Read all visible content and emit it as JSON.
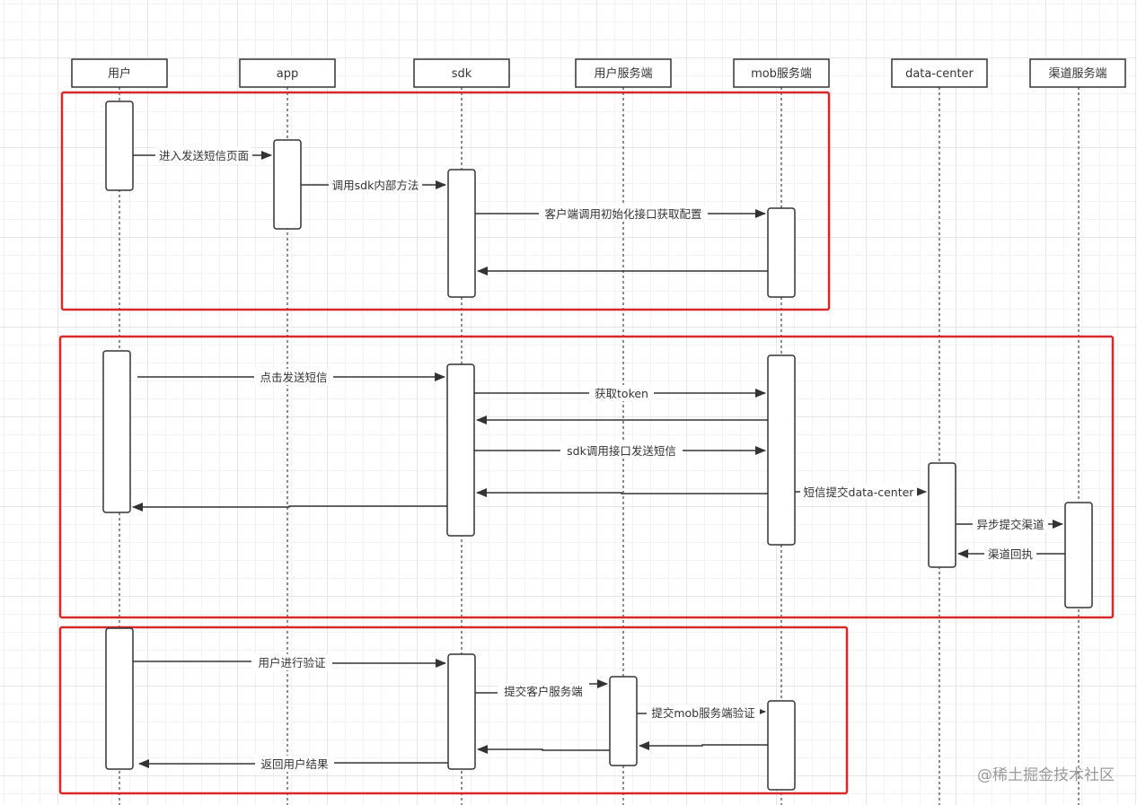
{
  "participants": [
    {
      "id": "user",
      "label": "用户"
    },
    {
      "id": "app",
      "label": "app"
    },
    {
      "id": "sdk",
      "label": "sdk"
    },
    {
      "id": "user-server",
      "label": "用户服务端"
    },
    {
      "id": "mob-server",
      "label": "mob服务端"
    },
    {
      "id": "data-center",
      "label": "data-center"
    },
    {
      "id": "channel-server",
      "label": "渠道服务端"
    }
  ],
  "messages": [
    {
      "id": "m1",
      "from": "user",
      "to": "app",
      "label": "进入发送短信页面"
    },
    {
      "id": "m2",
      "from": "app",
      "to": "sdk",
      "label": "调用sdk内部方法"
    },
    {
      "id": "m3",
      "from": "sdk",
      "to": "mob-server",
      "label": "客户端调用初始化接口获取配置"
    },
    {
      "id": "m4",
      "from": "mob-server",
      "to": "sdk",
      "label": ""
    },
    {
      "id": "m5",
      "from": "user",
      "to": "sdk",
      "label": "点击发送短信"
    },
    {
      "id": "m6",
      "from": "sdk",
      "to": "mob-server",
      "label": "获取token"
    },
    {
      "id": "m7",
      "from": "mob-server",
      "to": "sdk",
      "label": ""
    },
    {
      "id": "m8",
      "from": "sdk",
      "to": "mob-server",
      "label": "sdk调用接口发送短信"
    },
    {
      "id": "m9",
      "from": "mob-server",
      "to": "sdk",
      "label": ""
    },
    {
      "id": "m10",
      "from": "sdk",
      "to": "user",
      "label": ""
    },
    {
      "id": "m11",
      "from": "mob-server",
      "to": "data-center",
      "label": "短信提交data-center"
    },
    {
      "id": "m12",
      "from": "data-center",
      "to": "channel-server",
      "label": "异步提交渠道"
    },
    {
      "id": "m13",
      "from": "channel-server",
      "to": "data-center",
      "label": "渠道回执"
    },
    {
      "id": "m14",
      "from": "user",
      "to": "sdk",
      "label": "用户进行验证"
    },
    {
      "id": "m15",
      "from": "sdk",
      "to": "user-server",
      "label": "提交客户服务端"
    },
    {
      "id": "m16",
      "from": "user-server",
      "to": "mob-server",
      "label": "提交mob服务端验证"
    },
    {
      "id": "m17",
      "from": "mob-server",
      "to": "user-server",
      "label": ""
    },
    {
      "id": "m18",
      "from": "user-server",
      "to": "sdk",
      "label": ""
    },
    {
      "id": "m19",
      "from": "sdk",
      "to": "user",
      "label": "返回用户结果"
    }
  ],
  "colors": {
    "stroke": "#333333",
    "group_frame": "#d9282a",
    "lifeline": "#444444"
  },
  "watermark": "@稀土掘金技术社区"
}
